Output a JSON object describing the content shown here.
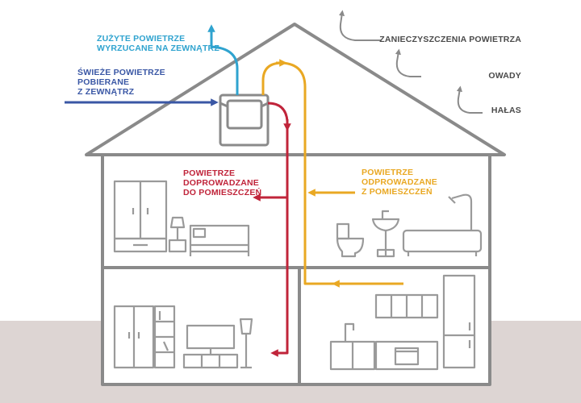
{
  "colors": {
    "blue": "#2fa3cf",
    "navy": "#3a57a5",
    "red": "#c0243a",
    "yellow": "#e9a823",
    "house_line": "#8a8a8a",
    "label_grey": "#4a4a4a",
    "ground": "#ddd5d3"
  },
  "labels": {
    "exhaust_outside": [
      "ZUŻYTE POWIETRZE",
      "WYRZUCANE NA ZEWNĄTRZ"
    ],
    "fresh_intake": [
      "ŚWIEŻE POWIETRZE",
      "POBIERANE",
      "Z ZEWNĄTRZ"
    ],
    "supply_rooms": [
      "POWIETRZE",
      "DOPROWADZANE",
      "DO POMIESZCZEŃ"
    ],
    "extract_rooms": [
      "POWIETRZE",
      "ODPROWADZANE",
      "Z POMIESZCZEŃ"
    ],
    "pollution": "ZANIECZYSZCZENIA POWIETRZA",
    "insects": "OWADY",
    "noise": "HAŁAS"
  },
  "icons": [
    "recuperator-unit-icon",
    "wardrobe-icon",
    "nightstand-lamp-icon",
    "bed-icon",
    "toilet-icon",
    "sink-icon",
    "bathtub-icon",
    "cabinet-icon",
    "bookshelf-icon",
    "tv-stand-icon",
    "floor-lamp-icon",
    "kitchen-cabinets-icon",
    "fridge-icon",
    "oven-icon",
    "kitchen-sink-icon"
  ]
}
